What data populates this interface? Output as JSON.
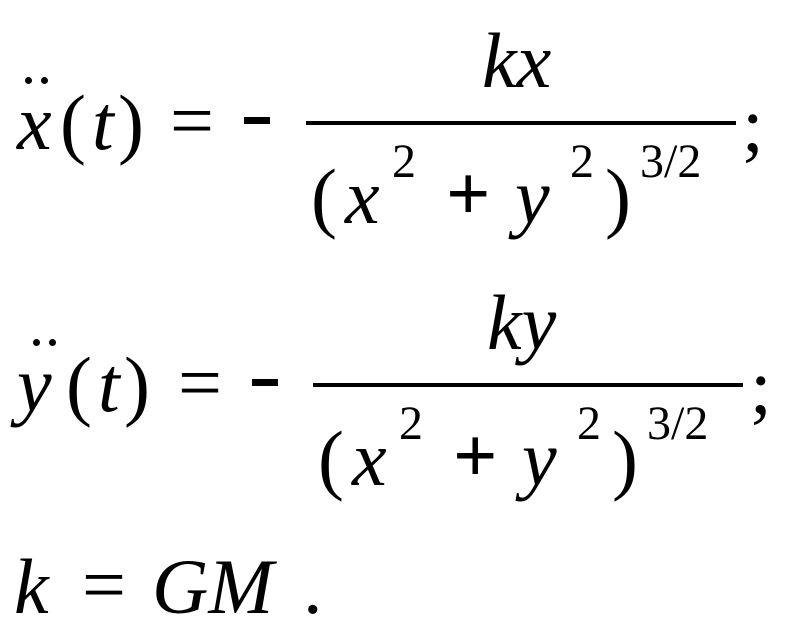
{
  "equation1": {
    "lhs_var": "x",
    "lhs_open": "(",
    "lhs_arg": "t",
    "lhs_close": ")",
    "equals": "=",
    "sign": "-",
    "numerator": "kx",
    "denom_open": "(",
    "denom_x": "x",
    "denom_x_exp": "2",
    "denom_plus": "+",
    "denom_y": "y",
    "denom_y_exp": "2",
    "denom_close": ")",
    "denom_exp": "3/2",
    "terminator": ";"
  },
  "equation2": {
    "lhs_var": "y",
    "lhs_open": "(",
    "lhs_arg": "t",
    "lhs_close": ")",
    "equals": "=",
    "sign": "-",
    "numerator": "ky",
    "denom_open": "(",
    "denom_x": "x",
    "denom_x_exp": "2",
    "denom_plus": "+",
    "denom_y": "y",
    "denom_y_exp": "2",
    "denom_close": ")",
    "denom_exp": "3/2",
    "terminator": ";"
  },
  "equation3": {
    "lhs": "k",
    "equals": "=",
    "rhs": "GM",
    "terminator": "."
  }
}
